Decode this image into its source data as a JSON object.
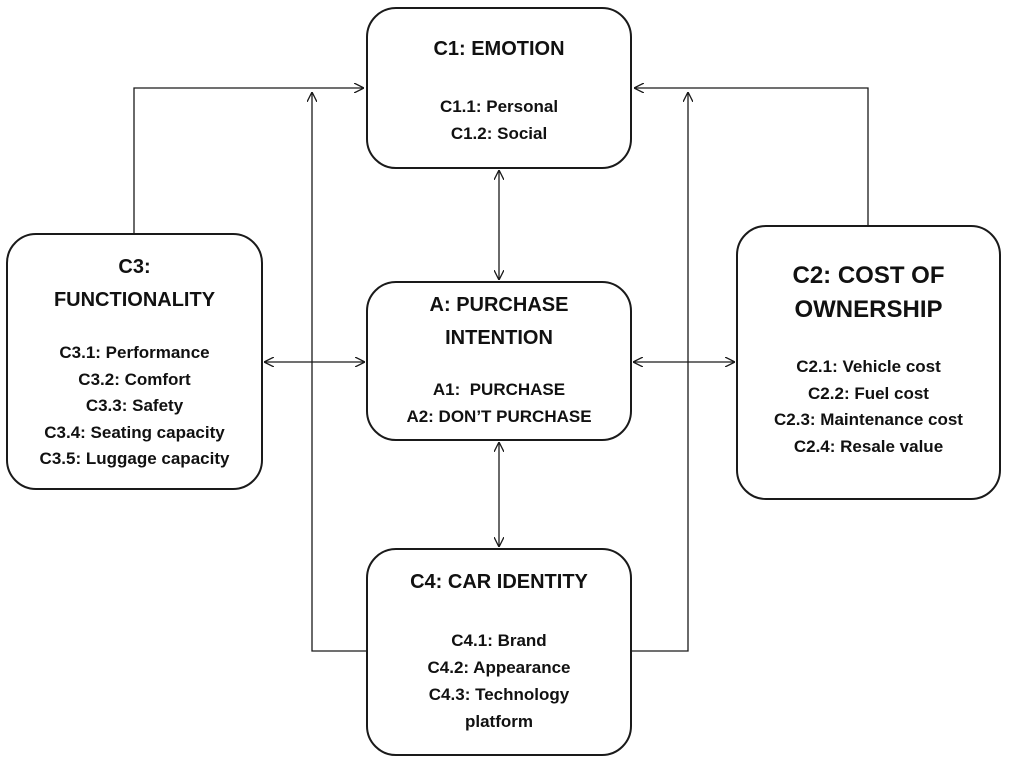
{
  "c1": {
    "title": "C1: EMOTION",
    "items": [
      "C1.1: Personal",
      "C1.2: Social"
    ]
  },
  "a": {
    "title_line1": "A: PURCHASE",
    "title_line2": "INTENTION",
    "items": [
      "A1:  PURCHASE",
      "A2: DON’T PURCHASE"
    ]
  },
  "c3": {
    "title_line1": "C3:",
    "title_line2": "FUNCTIONALITY",
    "items": [
      "C3.1: Performance",
      "C3.2: Comfort",
      "C3.3: Safety",
      "C3.4: Seating capacity",
      "C3.5: Luggage capacity"
    ]
  },
  "c2": {
    "title_line1": "C2: COST OF",
    "title_line2": "OWNERSHIP",
    "items": [
      "C2.1: Vehicle cost",
      "C2.2: Fuel cost",
      "C2.3: Maintenance cost",
      "C2.4: Resale value"
    ]
  },
  "c4": {
    "title": "C4: CAR IDENTITY",
    "items": [
      "C4.1: Brand",
      "C4.2: Appearance",
      "C4.3: Technology",
      "platform"
    ]
  }
}
